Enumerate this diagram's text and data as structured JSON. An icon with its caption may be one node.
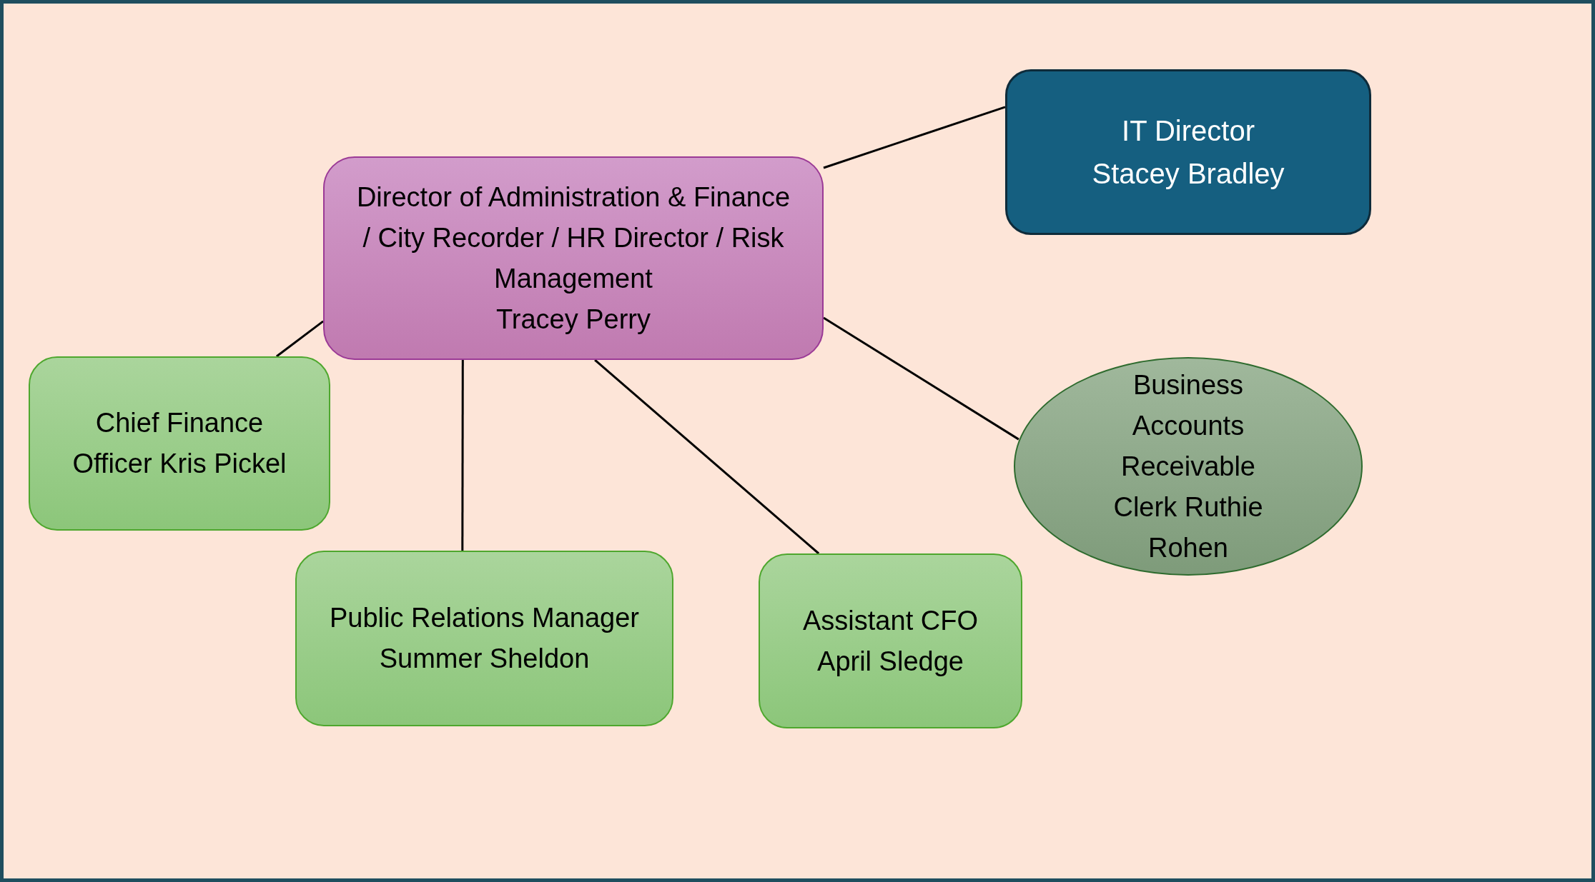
{
  "diagram": {
    "nodes": [
      {
        "text": [
          "IT Director",
          "Stacey Bradley"
        ]
      },
      {
        "text": [
          "Director of Administration & Finance / City Recorder / HR Director / Risk Management",
          "Tracey Perry"
        ]
      },
      {
        "text": [
          "Chief Finance Officer Kris Pickel"
        ]
      },
      {
        "text": [
          "Business Accounts Receivable Clerk Ruthie Rohen"
        ]
      },
      {
        "text": [
          "Public Relations Manager",
          "Summer Sheldon"
        ]
      },
      {
        "text": [
          "Assistant CFO",
          "April Sledge"
        ]
      }
    ],
    "edges": [
      {
        "from": 1,
        "to": 0,
        "arrow": "none"
      },
      {
        "from": 1,
        "to": 2,
        "arrow": "none"
      },
      {
        "from": 1,
        "to": 4,
        "arrow": "none"
      },
      {
        "from": 1,
        "to": 5,
        "arrow": "none"
      },
      {
        "from": 1,
        "to": 3,
        "arrow": "none"
      }
    ]
  }
}
